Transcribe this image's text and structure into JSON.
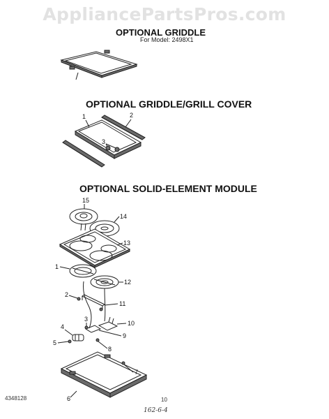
{
  "watermark": "AppliancePartsPros.com",
  "sections": {
    "griddle": {
      "title": "OPTIONAL GRIDDLE",
      "model_note": "For Model: 2498X1"
    },
    "griddle_cover": {
      "title": "OPTIONAL GRIDDLE/GRILL COVER",
      "callouts": [
        "1",
        "2",
        "3"
      ]
    },
    "module": {
      "title": "OPTIONAL SOLID-ELEMENT MODULE",
      "callouts": [
        "15",
        "14",
        "13",
        "1",
        "12",
        "2",
        "11",
        "3",
        "10",
        "4",
        "9",
        "5",
        "8",
        "7",
        "6"
      ]
    }
  },
  "footer": {
    "doc_number": "4348128",
    "page_number": "10",
    "handwritten_note": "162-6-4"
  },
  "colors": {
    "ink": "#111111",
    "watermark": "#e2e2e2",
    "background": "#ffffff"
  }
}
